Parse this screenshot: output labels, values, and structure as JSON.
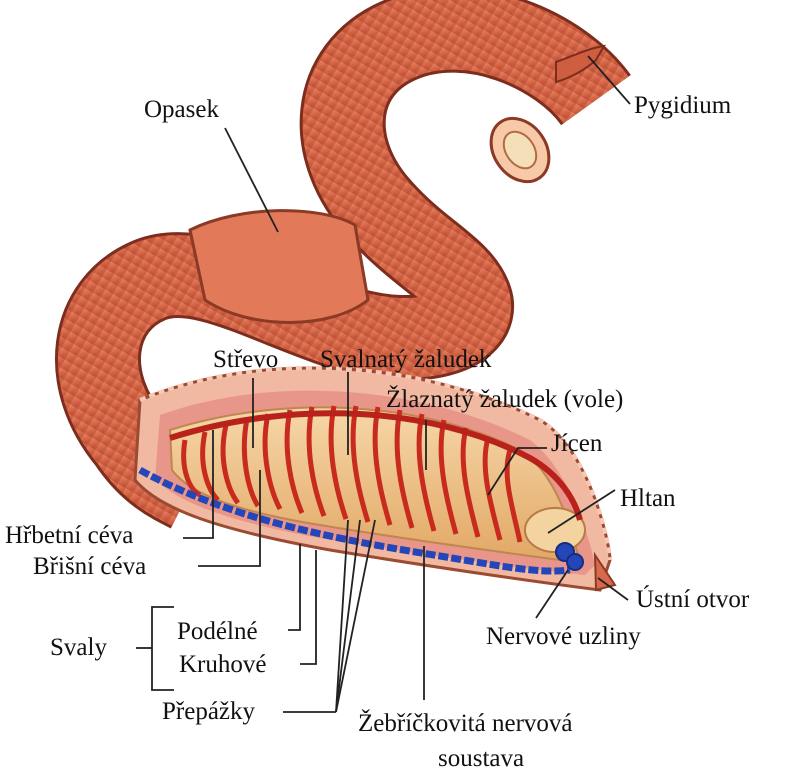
{
  "labels": {
    "opasek": "Opasek",
    "pygidium": "Pygidium",
    "strevo": "Střevo",
    "svalnaty": "Svalnatý žaludek",
    "zlaznaty": "Žlaznatý žaludek (vole)",
    "jicen": "Jícen",
    "hltan": "Hltan",
    "hrbetni": "Hřbetní céva",
    "brisni": "Břišní céva",
    "svaly": "Svaly",
    "podelne": "Podélné",
    "kruhove": "Kruhové",
    "prepazky": "Přepážky",
    "zebrickovita_1": "Žebříčkovitá nervová",
    "zebrickovita_2": "soustava",
    "ustni": "Ústní otvor",
    "nervove": "Nervové uzliny"
  },
  "colors": {
    "body": "#d9694a",
    "body_dark": "#b94a2f",
    "clitellum": "#e07a5c",
    "body_wall": "#f2b9a2",
    "gut": "#f0c58c",
    "vessel": "#d23a2a",
    "nerve": "#2446b8"
  }
}
